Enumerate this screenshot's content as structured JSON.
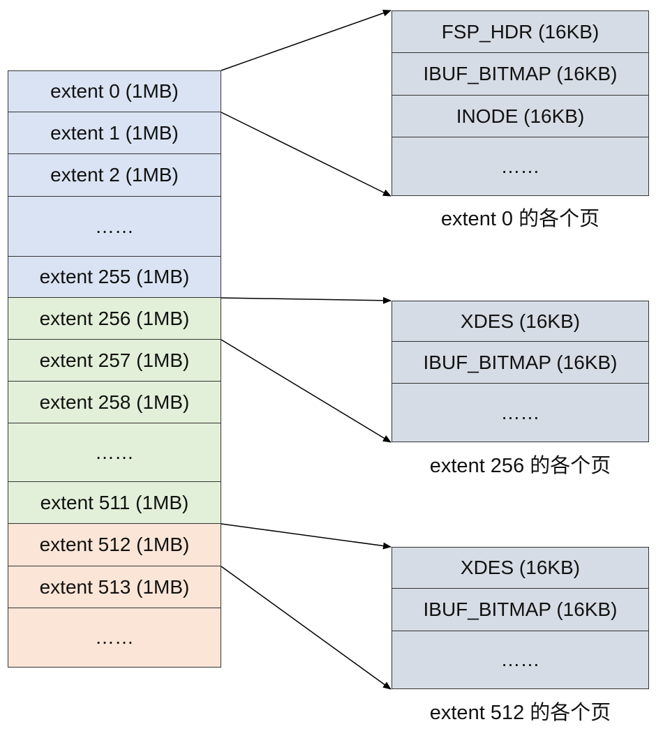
{
  "colors": {
    "group_blue": "#dae3f3",
    "group_green": "#e2f0d9",
    "group_orange": "#fbe5d6",
    "page_box": "#d6dce5",
    "line": "#000000"
  },
  "extents": [
    {
      "label": "extent 0 (1MB)",
      "group": "blue"
    },
    {
      "label": "extent 1 (1MB)",
      "group": "blue"
    },
    {
      "label": "extent 2 (1MB)",
      "group": "blue"
    },
    {
      "label": "……",
      "group": "blue"
    },
    {
      "label": "extent 255 (1MB)",
      "group": "blue"
    },
    {
      "label": "extent 256 (1MB)",
      "group": "green"
    },
    {
      "label": "extent 257 (1MB)",
      "group": "green"
    },
    {
      "label": "extent 258 (1MB)",
      "group": "green"
    },
    {
      "label": "……",
      "group": "green"
    },
    {
      "label": "extent 511 (1MB)",
      "group": "green"
    },
    {
      "label": "extent 512 (1MB)",
      "group": "orange"
    },
    {
      "label": "extent 513 (1MB)",
      "group": "orange"
    },
    {
      "label": "……",
      "group": "orange"
    }
  ],
  "page_groups": [
    {
      "pages": [
        "FSP_HDR (16KB)",
        "IBUF_BITMAP (16KB)",
        "INODE (16KB)",
        "……"
      ],
      "caption": "extent 0 的各个页",
      "from_extent": 0
    },
    {
      "pages": [
        "XDES (16KB)",
        "IBUF_BITMAP (16KB)",
        "……"
      ],
      "caption": "extent 256 的各个页",
      "from_extent": 5
    },
    {
      "pages": [
        "XDES (16KB)",
        "IBUF_BITMAP (16KB)",
        "……"
      ],
      "caption": "extent 512 的各个页",
      "from_extent": 10
    }
  ]
}
